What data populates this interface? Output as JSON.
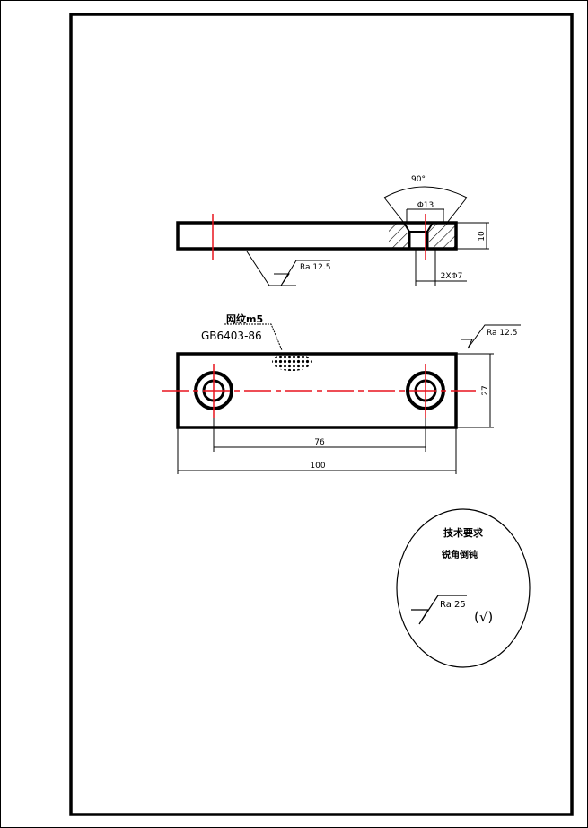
{
  "top_view": {
    "angle_label": "90°",
    "counterbore_label": "Φ13",
    "thickness_label": "10",
    "hole_label": "2XΦ7",
    "roughness_label": "Ra 12.5"
  },
  "front_view": {
    "knurl_label": "网纹m5",
    "standard_label": "GB6403-86",
    "roughness_label": "Ra 12.5",
    "hole_spacing_label": "76",
    "length_label": "100",
    "height_label": "27"
  },
  "notes": {
    "title": "技术要求",
    "line1": "锐角倒钝",
    "roughness_label": "Ra 25",
    "other_mark": "(√)"
  },
  "colors": {
    "centerline": "#e8141e",
    "line": "#000000"
  }
}
